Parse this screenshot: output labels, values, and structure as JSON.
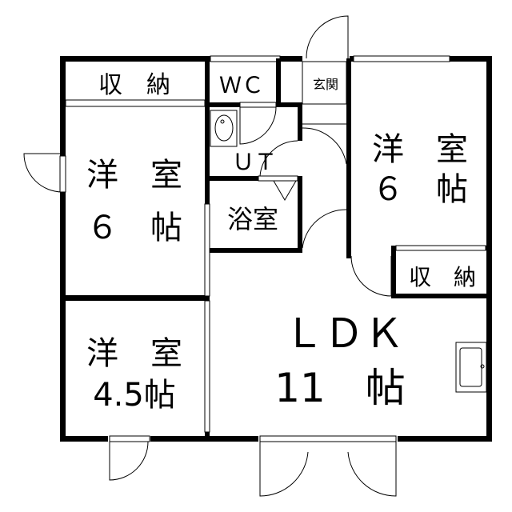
{
  "rooms": {
    "storage_top_left": "収　納",
    "wc": "ＷＣ",
    "entrance": "玄関",
    "western_left_6_name": "洋　室",
    "western_left_6_size": "６　帖",
    "utility": "ＵＴ",
    "bath": "浴室",
    "western_right_6_name": "洋　室",
    "western_right_6_size": "６　帖",
    "storage_right": "収　納",
    "ldk_name": "ＬＤＫ",
    "ldk_size": "11　帖",
    "western_45_name": "洋　室",
    "western_45_size": "4.5帖"
  }
}
